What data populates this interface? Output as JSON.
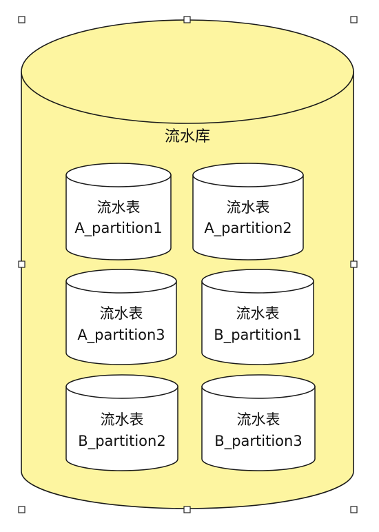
{
  "diagram": {
    "database": {
      "label": "流水库"
    },
    "tables": [
      {
        "name": "流水表",
        "partition": "A_partition1"
      },
      {
        "name": "流水表",
        "partition": "A_partition2"
      },
      {
        "name": "流水表",
        "partition": "A_partition3"
      },
      {
        "name": "流水表",
        "partition": "B_partition1"
      },
      {
        "name": "流水表",
        "partition": "B_partition2"
      },
      {
        "name": "流水表",
        "partition": "B_partition3"
      }
    ]
  },
  "colors": {
    "database_fill": "#fdf5a0",
    "database_stroke": "#1a1a1a",
    "table_fill": "#ffffff",
    "table_stroke": "#1a1a1a",
    "handle_fill": "#ffffff",
    "handle_stroke": "#222222"
  }
}
